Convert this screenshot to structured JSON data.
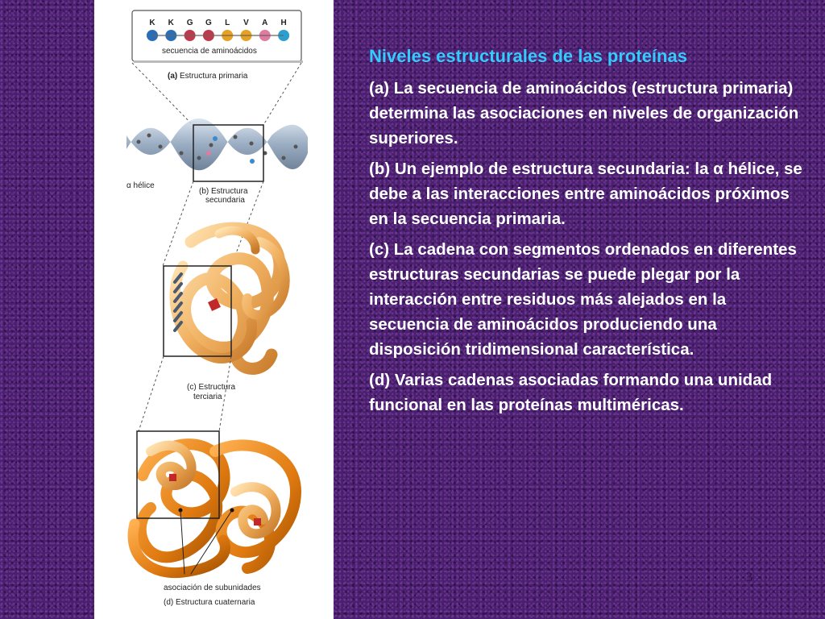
{
  "slide": {
    "title": "Niveles estructurales de las proteínas",
    "paragraphs": [
      "(a) La secuencia de aminoácidos (estructura primaria) determina las asociaciones en niveles de organización superiores.",
      "(b) Un ejemplo de estructura secundaria: la α hélice, se debe a las interacciones entre aminoácidos próximos en la secuencia primaria.",
      "(c) La cadena con segmentos ordenados en diferentes estructuras secundarias se puede plegar por la interacción entre residuos más alejados en la secuencia de aminoácidos produciendo una disposición tridimensional característica.",
      "(d) Varias cadenas asociadas formando una unidad funcional en las proteínas multiméricas."
    ],
    "page_number": "3"
  },
  "figure": {
    "amino_letters": [
      "K",
      "K",
      "G",
      "G",
      "L",
      "V",
      "A",
      "H"
    ],
    "amino_colors": [
      "#2a6fb5",
      "#2a6fb5",
      "#c0394a",
      "#c0394a",
      "#e8a020",
      "#e8a020",
      "#e07aa0",
      "#2a9fd0"
    ],
    "sequence_label": "secuencia de aminoácidos",
    "label_a": "(a) Estructura primaria",
    "helix_label": "α hélice",
    "label_b_line1": "(b) Estructura",
    "label_b_line2": "secundaria",
    "label_c_line1": "(c) Estructura",
    "label_c_line2": "terciaria",
    "subunit_label": "asociación de subunidades",
    "label_d": "(d) Estructura cuaternaria"
  },
  "colors": {
    "title": "#33ccff",
    "body_text": "#ffffff",
    "background": "#4a1f6e"
  }
}
